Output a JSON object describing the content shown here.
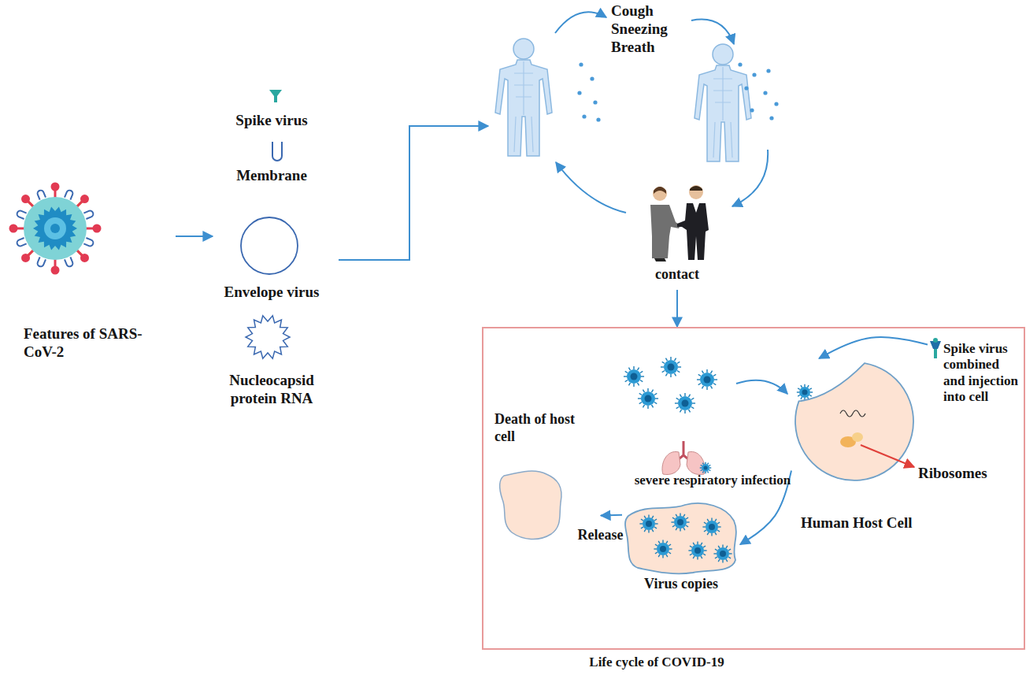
{
  "diagram": {
    "nodes": [
      {
        "text": [
          "Features of SARS-CoV-2"
        ]
      },
      {
        "text": [
          "Spike virus",
          "Membrane",
          "Envelope virus",
          "Nucleocapsid protein RNA"
        ]
      },
      {
        "text": [
          "Cough Sneezing Breath"
        ]
      },
      {
        "text": [
          "contact"
        ]
      },
      {
        "text": [
          "Life cycle of COVID-19"
        ]
      },
      {
        "text": [
          "Death of host cell"
        ],
        "in": 4
      },
      {
        "text": [
          "Spike virus combined and injection into cell"
        ],
        "in": 4
      },
      {
        "text": [
          "Human Host Cell"
        ],
        "in": 4
      },
      {
        "text": [
          "Virus copies"
        ],
        "in": 4
      }
    ],
    "edges": [
      {
        "from": 0,
        "to": 1,
        "arrow": "to"
      },
      {
        "from": 3,
        "to": 4,
        "arrow": "to"
      },
      {
        "from": 6,
        "to": 7,
        "arrow": "to"
      },
      {
        "from": 7,
        "to": 8,
        "arrow": "to"
      },
      {
        "from": 8,
        "to": 5,
        "label": "Release",
        "arrow": "to"
      }
    ],
    "labels": [
      "Ribosomes",
      "severe respiratory infection"
    ]
  }
}
